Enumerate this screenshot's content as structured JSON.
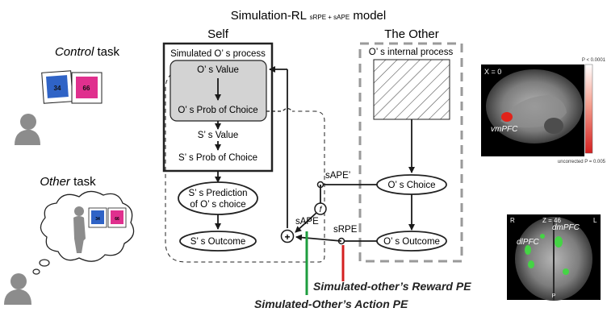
{
  "title": {
    "main": "Simulation-RL",
    "sub": "sRPE + sAPE",
    "suffix": "model"
  },
  "tasks": {
    "control_italic": "Control",
    "control_rest": "task",
    "other_italic": "Other",
    "other_rest": "task",
    "card_left": "34",
    "card_right": "66"
  },
  "self_panel": {
    "label": "Self",
    "simulated_header": "Simulated O’ s process",
    "o_value": "O’ s Value",
    "o_prob": "O’ s Prob of Choice",
    "s_value": "S’ s Value",
    "s_prob": "S’ s Prob of Choice",
    "s_pred_line1": "S’ s Prediction",
    "s_pred_line2": "of O’ s choice",
    "s_outcome": "S’ s Outcome"
  },
  "other_panel": {
    "label": "The Other",
    "internal": "O’ s internal process",
    "o_choice": "O’ s Choice",
    "o_outcome": "O’ s Outcome"
  },
  "signals": {
    "sape_prime": "sAPE’",
    "sape": "sAPE",
    "srpe": "sRPE",
    "f_symbol": "f",
    "plus_symbol": "+"
  },
  "pe_labels": {
    "reward": "Simulated-other’s Reward PE",
    "action": "Simulated-Other’s Action PE"
  },
  "brain_top": {
    "coord": "X = 0",
    "p_top": "P < 0.0001",
    "p_bottom": "uncorrected P = 0.005",
    "region": "vmPFC"
  },
  "brain_bottom": {
    "coord": "Z = 46",
    "left_mark": "R",
    "right_mark": "L",
    "bottom_mark": "P",
    "region1": "dmPFC",
    "region2": "dlPFC"
  },
  "colors": {
    "reward_pe": "#d42020",
    "action_pe": "#1e9e3e",
    "dashed_box": "#9a9a9a",
    "shaded_box": "#d3d3d3"
  }
}
